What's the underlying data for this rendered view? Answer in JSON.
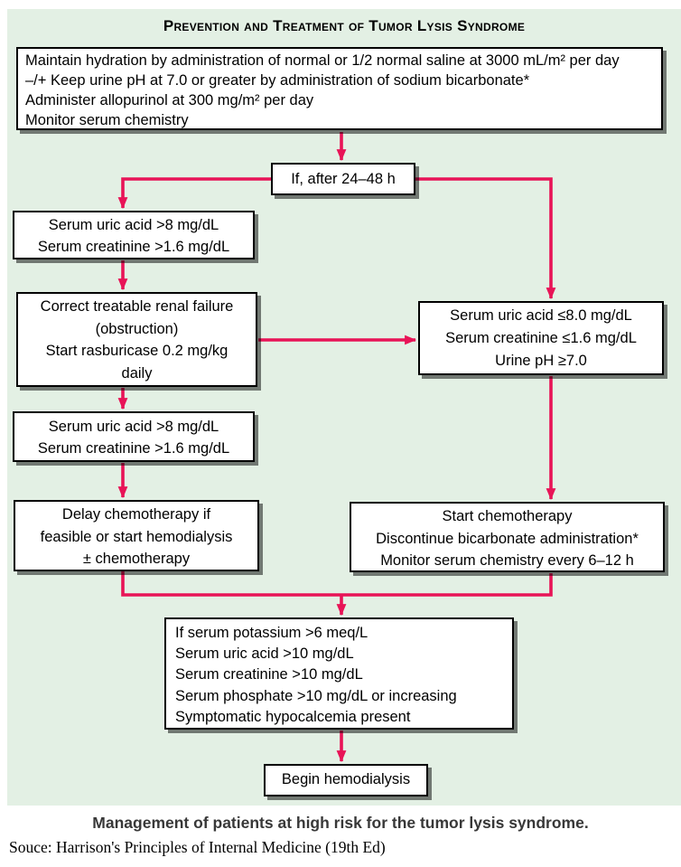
{
  "colors": {
    "panel": "#e3f0e4",
    "arrow": "#e81457",
    "box_border": "#000000",
    "box_fill": "#ffffff",
    "caption": "#383838"
  },
  "title": "Prevention and Treatment of Tumor Lysis Syndrome",
  "nodes": {
    "protocol": {
      "lines": [
        "Maintain hydration by administration of normal or 1/2 normal saline at 3000 mL/m² per day",
        "–/+ Keep urine pH at 7.0 or greater by administration of sodium bicarbonate*",
        "Administer allopurinol at 300 mg/m² per day",
        "Monitor serum chemistry"
      ]
    },
    "decision": {
      "label": "If, after 24–48 h"
    },
    "left_abnormal_1": {
      "lines": [
        "Serum uric acid >8 mg/dL",
        "Serum creatinine >1.6 mg/dL"
      ]
    },
    "correct_renal": {
      "lines": [
        "Correct treatable renal failure",
        "(obstruction)",
        "Start rasburicase 0.2 mg/kg",
        "daily"
      ]
    },
    "left_abnormal_2": {
      "lines": [
        "Serum uric acid >8 mg/dL",
        "Serum creatinine >1.6 mg/dL"
      ]
    },
    "delay_chemo": {
      "lines": [
        "Delay chemotherapy if",
        "feasible or start hemodialysis",
        "± chemotherapy"
      ]
    },
    "right_normal": {
      "lines": [
        "Serum uric acid ≤8.0 mg/dL",
        "Serum creatinine ≤1.6 mg/dL",
        "Urine pH ≥7.0"
      ]
    },
    "start_chemo": {
      "lines": [
        "Start chemotherapy",
        "Discontinue bicarbonate administration*",
        "Monitor serum chemistry every 6–12 h"
      ]
    },
    "dialysis_criteria": {
      "lines": [
        "If serum potassium >6 meq/L",
        "Serum uric acid >10 mg/dL",
        "Serum creatinine >10 mg/dL",
        "Serum phosphate >10 mg/dL or increasing",
        "Symptomatic hypocalcemia present"
      ]
    },
    "begin_hemodialysis": {
      "label": "Begin hemodialysis"
    }
  },
  "caption": "Management of patients at high risk for the tumor lysis syndrome.",
  "source": "Souce: Harrison's Principles of Internal Medicine (19th Ed)"
}
